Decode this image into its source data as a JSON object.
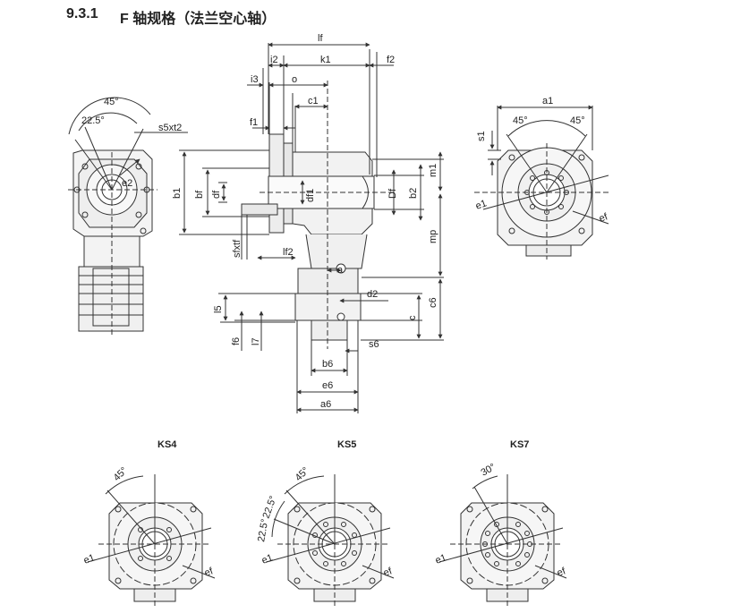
{
  "header": {
    "section_number": "9.3.1",
    "title": "F 轴规格（法兰空心轴）"
  },
  "side_view": {
    "angle_outer": "45°",
    "angle_inner": "22.5°",
    "thread": "s5xt2",
    "diameter": "e2"
  },
  "section_view": {
    "labels": {
      "lf": "lf",
      "i2": "i2",
      "k1": "k1",
      "f2": "f2",
      "i3": "i3",
      "o": "o",
      "c1": "c1",
      "f1": "f1",
      "b1": "b1",
      "bf": "bf",
      "df": "df",
      "df1": "df1",
      "Df": "Df",
      "b2": "b2",
      "m1": "m1",
      "mp": "mp",
      "sfxtf": "sfxtf",
      "lf2": "lf2",
      "a": "a",
      "d2": "d2",
      "c6": "c6",
      "l5": "l5",
      "c": "c",
      "f6": "f6",
      "l7": "l7",
      "s6": "s6",
      "b6": "b6",
      "e6": "e6",
      "a6": "a6"
    }
  },
  "front_view": {
    "a1": "a1",
    "angle_left": "45°",
    "angle_right": "45°",
    "s1": "s1",
    "e1": "e1",
    "ef": "ef"
  },
  "variants": [
    {
      "caption": "KS4",
      "angle_a": "45°",
      "angle_b": "",
      "angle_c": "",
      "e1": "e1",
      "ef": "ef"
    },
    {
      "caption": "KS5",
      "angle_a": "45°",
      "angle_b": "22.5°",
      "angle_c": "22.5°",
      "e1": "e1",
      "ef": "ef"
    },
    {
      "caption": "KS7",
      "angle_a": "30°",
      "angle_b": "",
      "angle_c": "",
      "e1": "e1",
      "ef": "ef"
    }
  ]
}
